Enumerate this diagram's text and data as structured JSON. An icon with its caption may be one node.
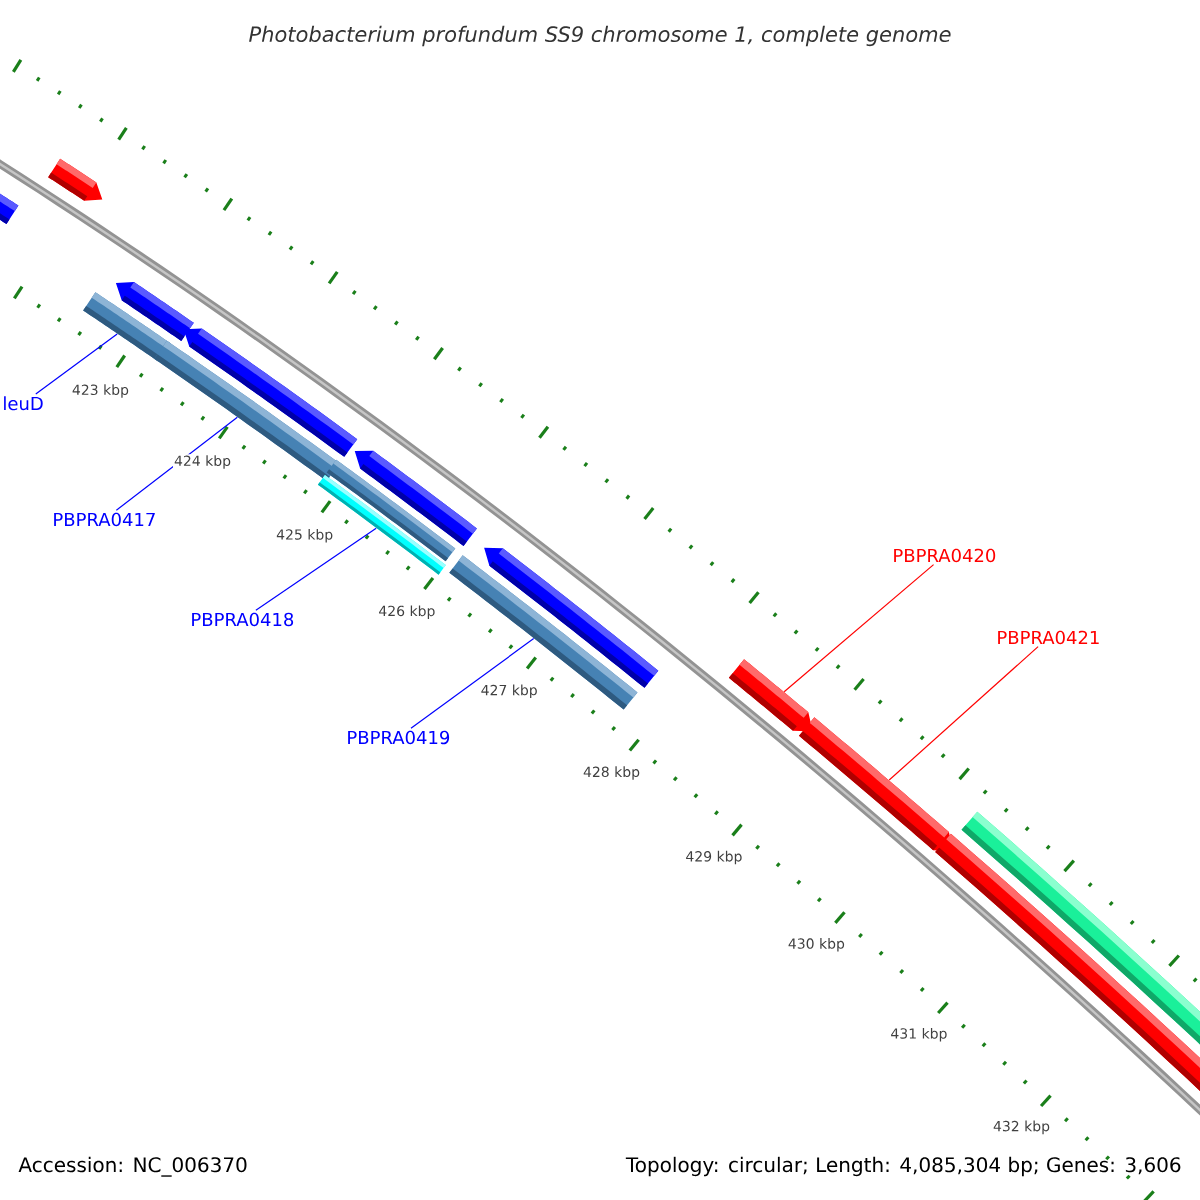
{
  "diagram": {
    "title": "Photobacterium profundum SS9 chromosome 1, complete genome",
    "nodes": [
      {
        "text": [],
        "shape": "bar"
      },
      {
        "text": [],
        "shape": "bar"
      },
      {
        "text": [],
        "shape": "bar"
      },
      {
        "text": [],
        "shape": "bar"
      },
      {
        "text": [],
        "shape": "bar"
      },
      {
        "text": [],
        "shape": "bar"
      },
      {
        "text": [],
        "shape": "bar"
      },
      {
        "text": [],
        "shape": "bar"
      },
      {
        "text": [],
        "shape": "bar"
      },
      {
        "text": [],
        "shape": "bar"
      },
      {
        "text": [],
        "shape": "bar"
      },
      {
        "text": [],
        "shape": "bar"
      },
      {
        "text": [],
        "shape": "bar"
      },
      {
        "text": [],
        "shape": "bar"
      },
      {
        "text": [],
        "shape": "bar"
      },
      {
        "text": [
          "leuD"
        ]
      },
      {
        "text": [
          "PBPRA0417"
        ]
      },
      {
        "text": [
          "PBPRA0418"
        ]
      },
      {
        "text": [
          "PBPRA0419"
        ]
      },
      {
        "text": [
          "PBPRA0420"
        ]
      },
      {
        "text": [
          "PBPRA0421"
        ]
      }
    ],
    "edges": [
      {
        "from": 15,
        "to": 2,
        "arrow": "none"
      },
      {
        "from": 16,
        "to": 4,
        "arrow": "none"
      },
      {
        "from": 17,
        "to": 6,
        "arrow": "none"
      },
      {
        "from": 18,
        "to": 9,
        "arrow": "none"
      },
      {
        "from": 19,
        "to": 11,
        "arrow": "none",
        "color": "#ff0000"
      },
      {
        "from": 20,
        "to": 12,
        "arrow": "none",
        "color": "#ff0000"
      }
    ],
    "labels": [
      "423 kbp",
      "424 kbp",
      "425 kbp",
      "426 kbp",
      "427 kbp",
      "428 kbp",
      "429 kbp",
      "430 kbp",
      "431 kbp",
      "432 kbp",
      "Accession: NC_006370",
      "Topology: circular; Length: 4,085,304 bp; Genes: 3,606"
    ]
  }
}
